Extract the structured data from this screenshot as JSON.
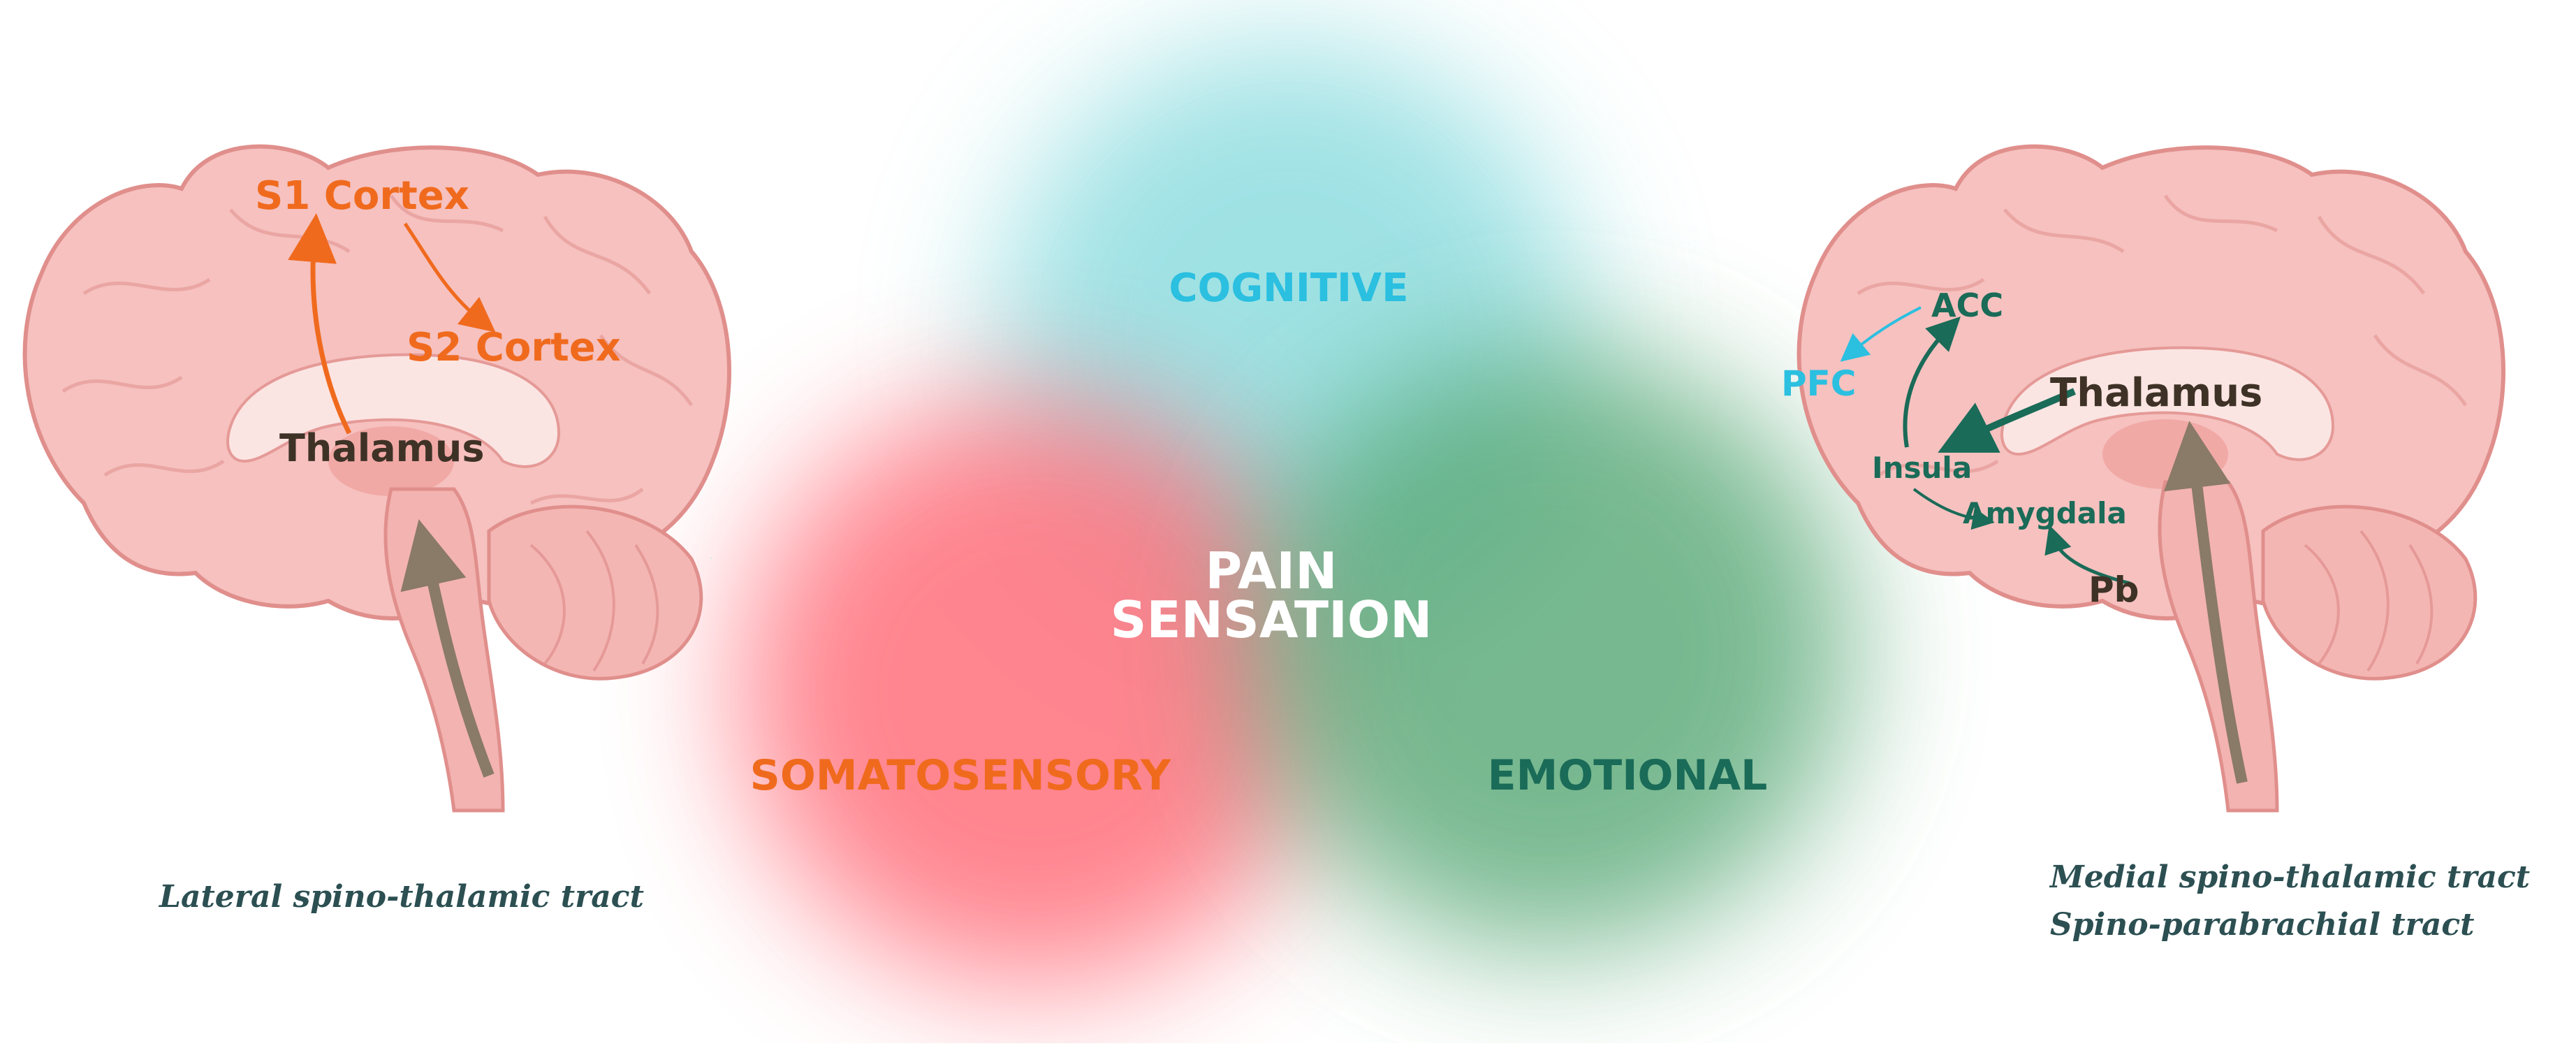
{
  "colors": {
    "orange": "#f06a1e",
    "cyan": "#2bbfe0",
    "teal": "#1a6b58",
    "dark": "#3e3226",
    "white": "#ffffff",
    "caption": "#2c4f52",
    "brain": "#f6c1bf",
    "brain_stroke": "#e08f8c",
    "blob_cyan": "#8fdde0",
    "blob_red": "#ff6f7c",
    "blob_green": "#57a775"
  },
  "center": {
    "cognitive": "COGNITIVE",
    "somatosensory": "SOMATOSENSORY",
    "emotional": "EMOTIONAL",
    "pain_line1": "PAIN",
    "pain_line2": "SENSATION"
  },
  "left_brain": {
    "s1": "S1 Cortex",
    "s2": "S2 Cortex",
    "thalamus": "Thalamus",
    "caption": "Lateral spino-thalamic tract"
  },
  "right_brain": {
    "acc": "ACC",
    "pfc": "PFC",
    "thalamus": "Thalamus",
    "insula": "Insula",
    "amygdala": "Amygdala",
    "pb": "Pb",
    "caption_line1": "Medial spino-thalamic tract",
    "caption_line2": "Spino-parabrachial tract"
  }
}
